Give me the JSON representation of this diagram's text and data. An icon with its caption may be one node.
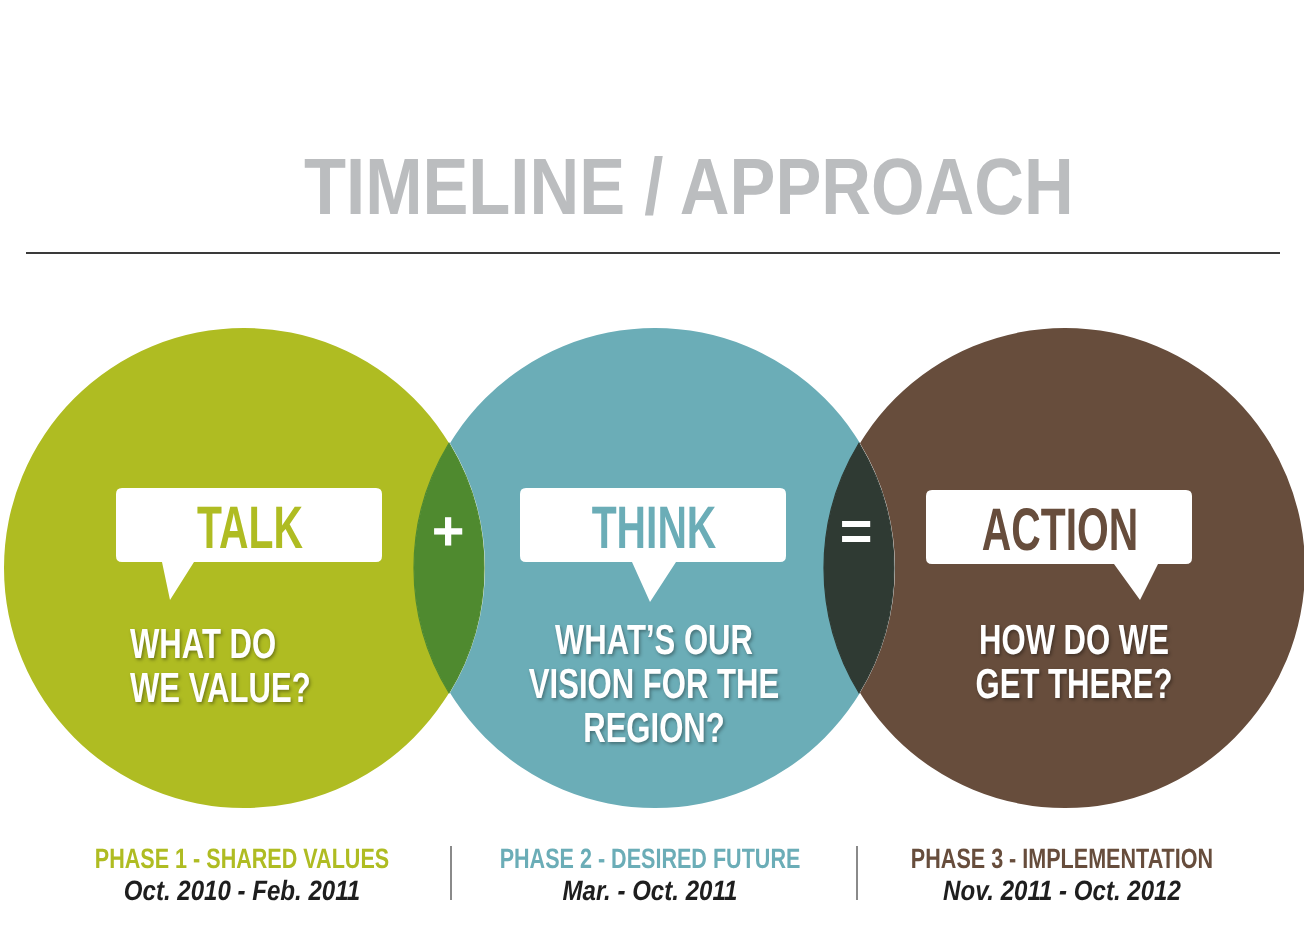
{
  "diagram": {
    "title": "TIMELINE / APPROACH",
    "nodes": [
      {
        "text": [
          "WHAT DO WE VALUE?"
        ],
        "beside": [
          "PHASE 1 - SHARED VALUES",
          "Oct. 2010 - Feb. 2011"
        ]
      },
      {
        "text": [
          "TALK"
        ],
        "in": 0
      },
      {
        "text": [
          "WHAT’S OUR VISION FOR THE REGION?"
        ],
        "beside": [
          "PHASE 2 - DESIRED FUTURE",
          "Mar. - Oct. 2011"
        ]
      },
      {
        "text": [
          "THINK"
        ],
        "in": 2
      },
      {
        "text": [
          "HOW DO WE GET THERE?"
        ],
        "beside": [
          "PHASE 3 - IMPLEMENTATION",
          "Nov. 2011 - Oct. 2012"
        ]
      },
      {
        "text": [
          "ACTION"
        ],
        "in": 4
      }
    ],
    "labels": [
      "+",
      "="
    ]
  }
}
